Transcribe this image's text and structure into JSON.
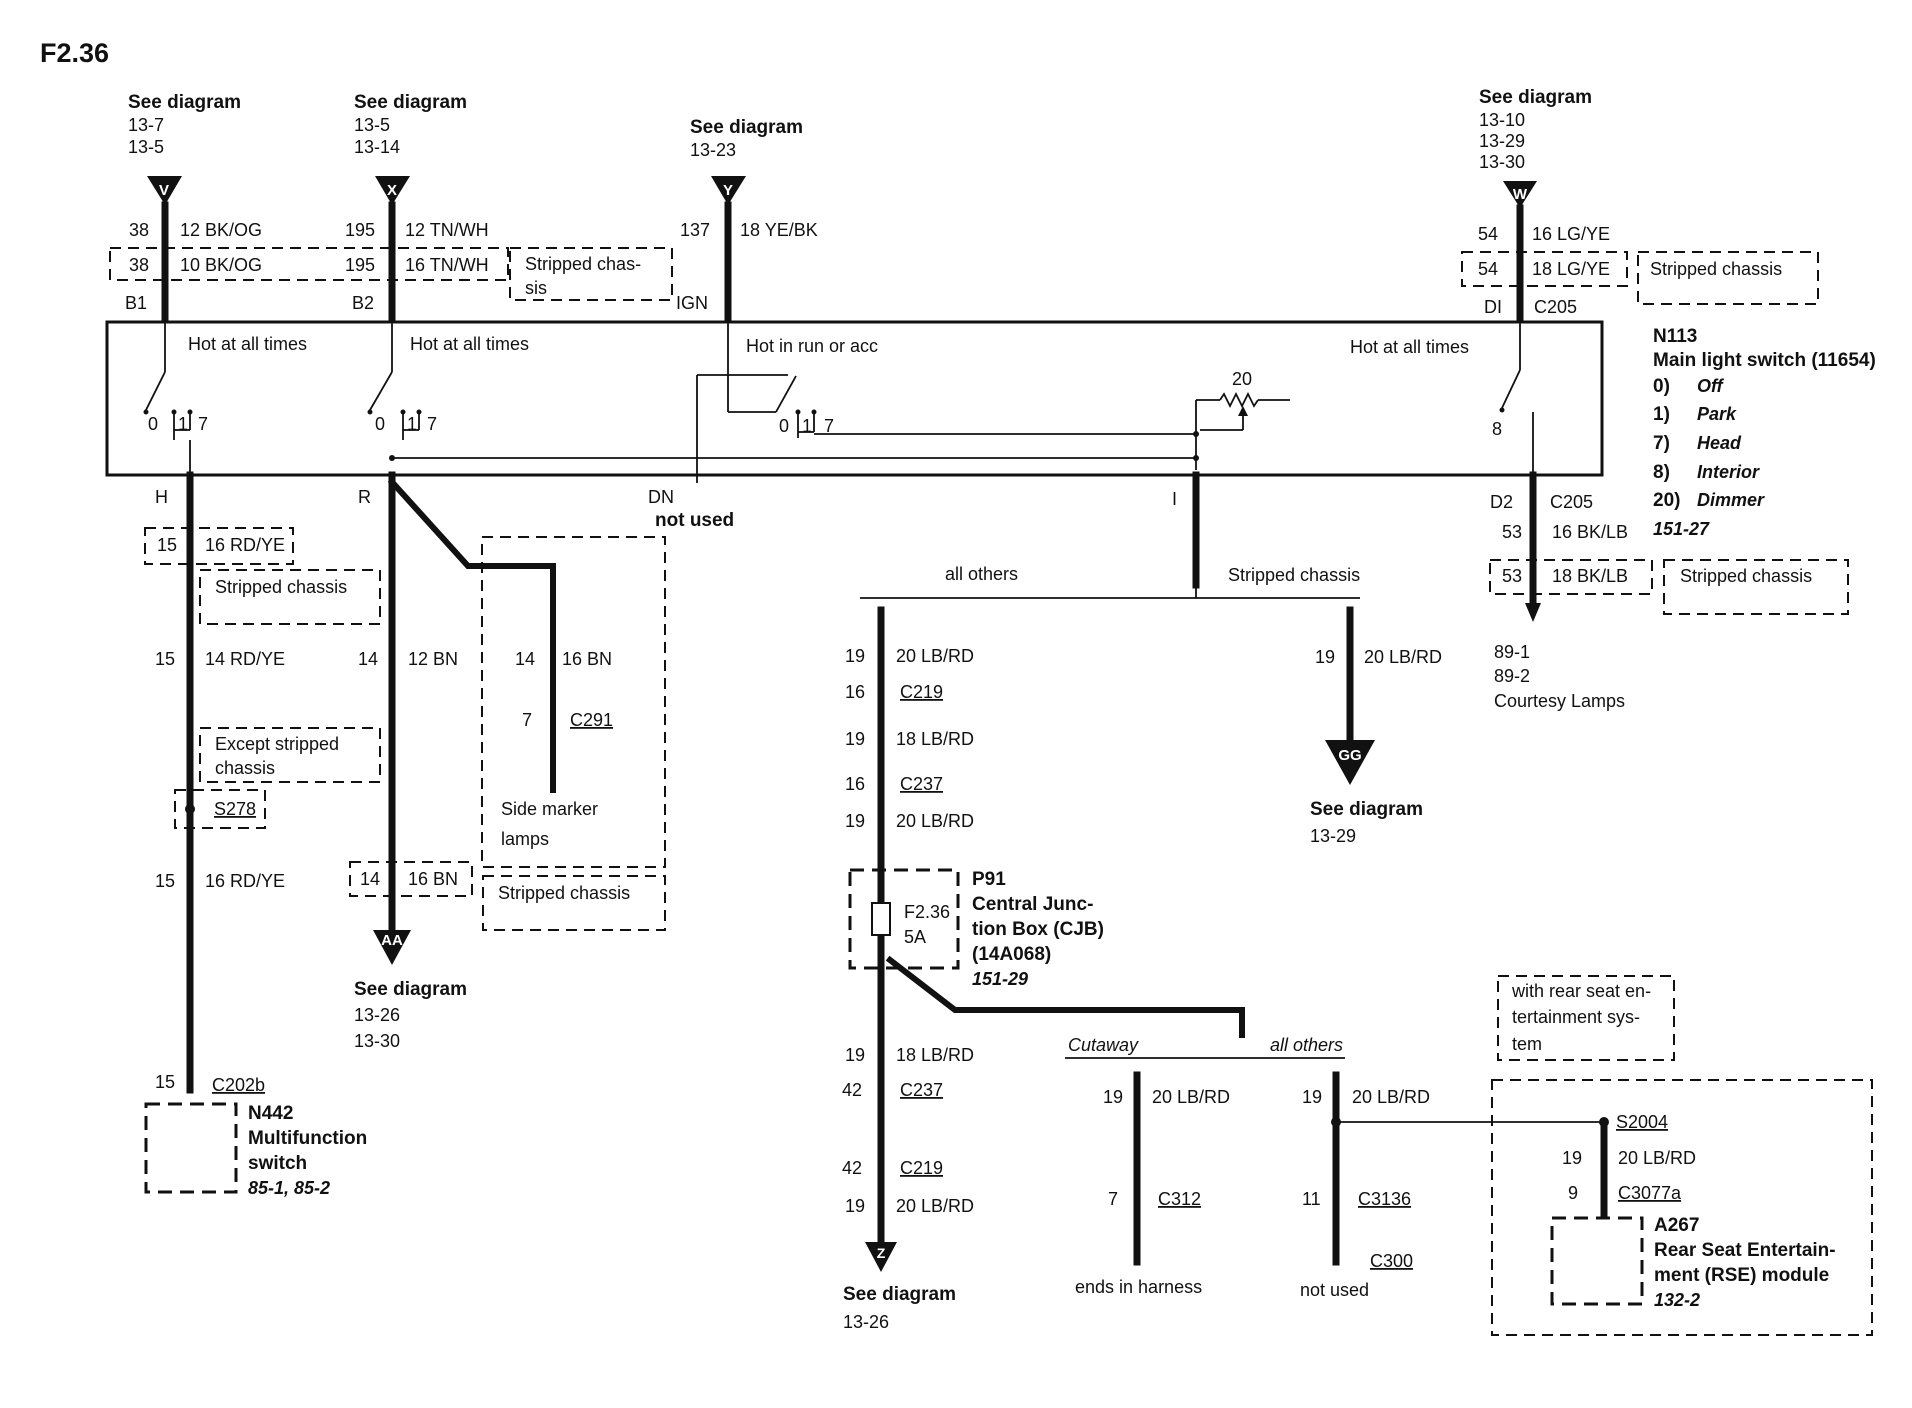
{
  "page_id": "F2.36",
  "refs": {
    "V": {
      "title": "See diagram",
      "pages": [
        "13-7",
        "13-5"
      ]
    },
    "X": {
      "title": "See diagram",
      "pages": [
        "13-5",
        "13-14"
      ]
    },
    "Y": {
      "title": "See diagram",
      "pages": [
        "13-23"
      ]
    },
    "W": {
      "title": "See diagram",
      "pages": [
        "13-10",
        "13-29",
        "13-30"
      ]
    },
    "AA": {
      "title": "See diagram",
      "pages": [
        "13-26",
        "13-30"
      ]
    },
    "GG": {
      "title": "See diagram",
      "pages": [
        "13-29"
      ]
    },
    "Z": {
      "title": "See diagram",
      "pages": [
        "13-26"
      ]
    }
  },
  "connector_letters": {
    "v": "V",
    "x": "X",
    "y": "Y",
    "w": "W",
    "aa": "AA",
    "gg": "GG",
    "z": "Z"
  },
  "top_wires": {
    "v_num": "38",
    "v_label": "12 BK/OG",
    "v_alt_num": "38",
    "v_alt_label": "10 BK/OG",
    "x_num": "195",
    "x_label": "12 TN/WH",
    "x_alt_num": "195",
    "x_alt_label": "16 TN/WH",
    "y_num": "137",
    "y_label": "18 YE/BK",
    "w_num": "54",
    "w_label": "16 LG/YE",
    "w_alt_num": "54",
    "w_alt_label": "18 LG/YE"
  },
  "notes": {
    "stripped_top_left_1": "Stripped chas-",
    "stripped_top_left_2": "sis",
    "stripped_top_right": "Stripped chassis",
    "stripped_left": "Stripped chassis",
    "except_1": "Except stripped",
    "except_2": "chassis",
    "stripped_mid": "Stripped chassis",
    "stripped_right": "Stripped chassis",
    "stripped_center": "Stripped chassis",
    "all_others": "all others",
    "cutaway": "Cutaway",
    "all_others_2": "all others",
    "rse_1": "with rear seat en-",
    "rse_2": "tertainment sys-",
    "rse_3": "tem",
    "not_used_dn": "not used",
    "ends_in_harness": "ends in harness",
    "not_used_c300": "not used"
  },
  "pins": {
    "b1": "B1",
    "b2": "B2",
    "ign": "IGN",
    "dl": "DI",
    "c205_top": "C205",
    "h": "H",
    "r": "R",
    "dn": "DN",
    "i": "I",
    "d2": "D2",
    "c205_bot": "C205"
  },
  "switch": {
    "hot1": "Hot at all times",
    "hot2": "Hot at all times",
    "hot3": "Hot in run or acc",
    "hot4": "Hot at all times",
    "pos_0": "0",
    "pos_1": "1",
    "pos_7": "7",
    "pos_8": "8",
    "pos_20": "20"
  },
  "n113": {
    "id": "N113",
    "name": "Main light switch (11654)",
    "positions": [
      {
        "num": "0)",
        "label": "Off"
      },
      {
        "num": "1)",
        "label": "Park"
      },
      {
        "num": "7)",
        "label": "Head"
      },
      {
        "num": "8)",
        "label": "Interior"
      },
      {
        "num": "20)",
        "label": "Dimmer"
      }
    ],
    "ref": "151-27"
  },
  "left_branch": {
    "w1_num": "15",
    "w1_label": "16 RD/YE",
    "w2_num": "15",
    "w2_label": "14 RD/YE",
    "splice": "S278",
    "w3_num": "15",
    "w3_label": "16 RD/YE",
    "w4_num": "15",
    "w4_conn": "C202b"
  },
  "n442": {
    "id": "N442",
    "name1": "Multifunction",
    "name2": "switch",
    "ref": "85-1, 85-2"
  },
  "mid_branch": {
    "w1_num": "14",
    "w1_label": "12 BN",
    "w2_num": "14",
    "w2_label": "16 BN",
    "side_num": "14",
    "side_label": "16 BN",
    "side_pin": "7",
    "side_conn": "C291",
    "side_1": "Side marker",
    "side_2": "lamps"
  },
  "center_branch": {
    "r1_num": "19",
    "r1_label": "20 LB/RD",
    "c219_pin": "16",
    "c219": "C219",
    "r2_num": "19",
    "r2_label": "18 LB/RD",
    "c237_pin": "16",
    "c237": "C237",
    "r3_num": "19",
    "r3_label": "20 LB/RD",
    "gg_num": "19",
    "gg_label": "20 LB/RD",
    "fuse": "F2.36",
    "fuse_amp": "5A",
    "r4_num": "19",
    "r4_label": "18 LB/RD",
    "c237b_pin": "42",
    "c237b": "C237",
    "c219b_pin": "42",
    "c219b": "C219",
    "r5_num": "19",
    "r5_label": "20 LB/RD"
  },
  "p91": {
    "id": "P91",
    "name1": "Central Junc-",
    "name2": "tion Box (CJB)",
    "name3": "(14A068)",
    "ref": "151-29"
  },
  "bottom_branch": {
    "cut_num": "19",
    "cut_label": "20 LB/RD",
    "c312_pin": "7",
    "c312": "C312",
    "oth_num": "19",
    "oth_label": "20 LB/RD",
    "c3136_pin": "11",
    "c3136": "C3136",
    "c300": "C300"
  },
  "rse_branch": {
    "splice": "S2004",
    "w_num": "19",
    "w_label": "20 LB/RD",
    "pin": "9",
    "conn": "C3077a"
  },
  "a267": {
    "id": "A267",
    "name1": "Rear Seat Entertain-",
    "name2": "ment (RSE) module",
    "ref": "132-2"
  },
  "right_branch": {
    "w1_num": "53",
    "w1_label": "16 BK/LB",
    "w2_num": "53",
    "w2_label": "18 BK/LB",
    "refs": [
      "89-1",
      "89-2"
    ],
    "lamps": "Courtesy Lamps"
  }
}
